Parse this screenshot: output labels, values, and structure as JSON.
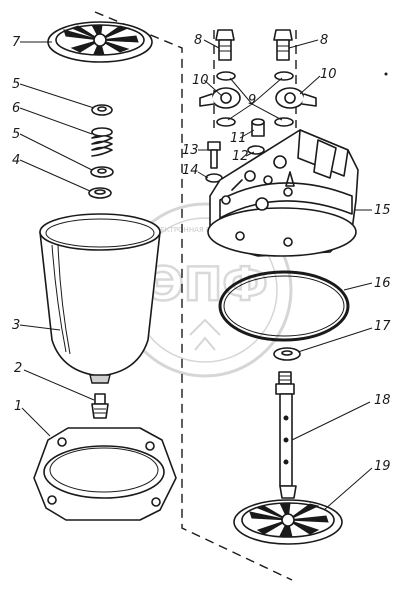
{
  "callouts": [
    {
      "id": "7",
      "text": "7"
    },
    {
      "id": "5a",
      "text": "5"
    },
    {
      "id": "6",
      "text": "6"
    },
    {
      "id": "5b",
      "text": "5"
    },
    {
      "id": "4",
      "text": "4"
    },
    {
      "id": "3",
      "text": "3"
    },
    {
      "id": "2",
      "text": "2"
    },
    {
      "id": "1",
      "text": "1"
    },
    {
      "id": "8a",
      "text": "8"
    },
    {
      "id": "8b",
      "text": "8"
    },
    {
      "id": "10a",
      "text": "10"
    },
    {
      "id": "10b",
      "text": "10"
    },
    {
      "id": "9",
      "text": "9"
    },
    {
      "id": "11",
      "text": "11"
    },
    {
      "id": "12",
      "text": "12"
    },
    {
      "id": "13",
      "text": "13"
    },
    {
      "id": "14",
      "text": "14"
    },
    {
      "id": "15",
      "text": "15"
    },
    {
      "id": "16",
      "text": "16"
    },
    {
      "id": "17",
      "text": "17"
    },
    {
      "id": "18",
      "text": "18"
    },
    {
      "id": "19",
      "text": "19"
    }
  ],
  "watermark": {
    "top_text": "ЭЛЕКТРОННАЯ БИБЛИОТЕКА",
    "logo_text": "ЭПФ"
  }
}
